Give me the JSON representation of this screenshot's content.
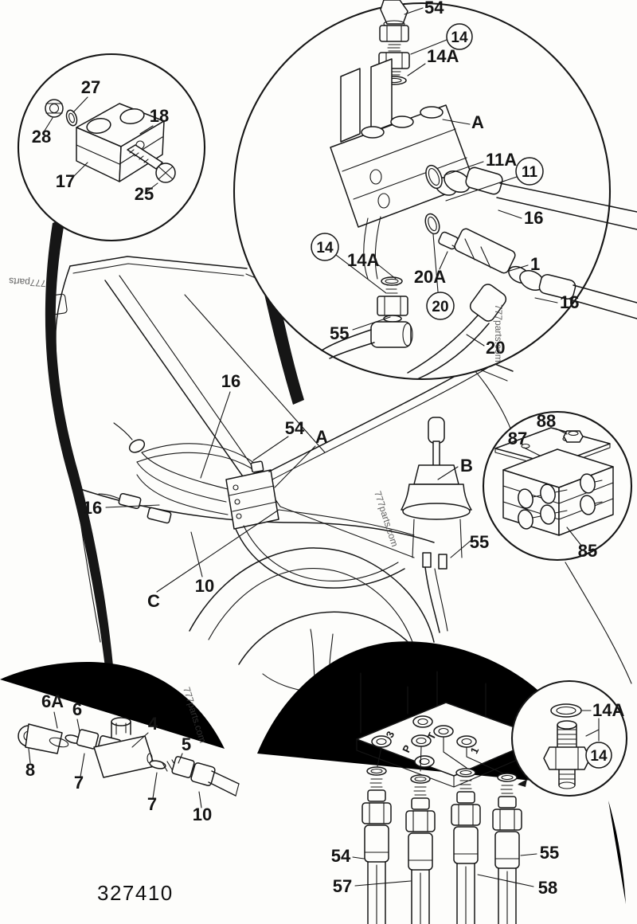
{
  "drawing": {
    "part_number": "327410",
    "watermark_full": "777parts.com",
    "watermark_short": "777parts"
  },
  "callouts": {
    "clamp": {
      "c27": "27",
      "c28": "28",
      "c18": "18",
      "c17": "17",
      "c25": "25"
    },
    "valve": {
      "v54": "54",
      "vc14": "14",
      "v14a": "14A",
      "vA": "A",
      "v11a": "11A",
      "vc11": "11",
      "v16a": "16",
      "v1": "1",
      "v16b": "16",
      "v20a": "20A",
      "vc20": "20",
      "vc14b": "14",
      "v14ab": "14A",
      "v55": "55",
      "v20": "20"
    },
    "machine": {
      "m16a": "16",
      "m54": "54",
      "mA": "A",
      "mB": "B",
      "m16b": "16",
      "m10": "10",
      "mC": "C",
      "m55": "55"
    },
    "block": {
      "b88": "88",
      "b87": "87",
      "b85": "85"
    },
    "tee": {
      "t6a": "6A",
      "t6": "6",
      "t8": "8",
      "t7a": "7",
      "t4": "4",
      "t5": "5",
      "t7b": "7",
      "t10": "10"
    },
    "manifold": {
      "f54": "54",
      "f55": "55",
      "f57": "57",
      "f58": "58",
      "p3": "3",
      "pp": "P",
      "pt": "T",
      "p1": "1"
    },
    "adapter": {
      "a14a": "14A",
      "ac14": "14"
    }
  }
}
